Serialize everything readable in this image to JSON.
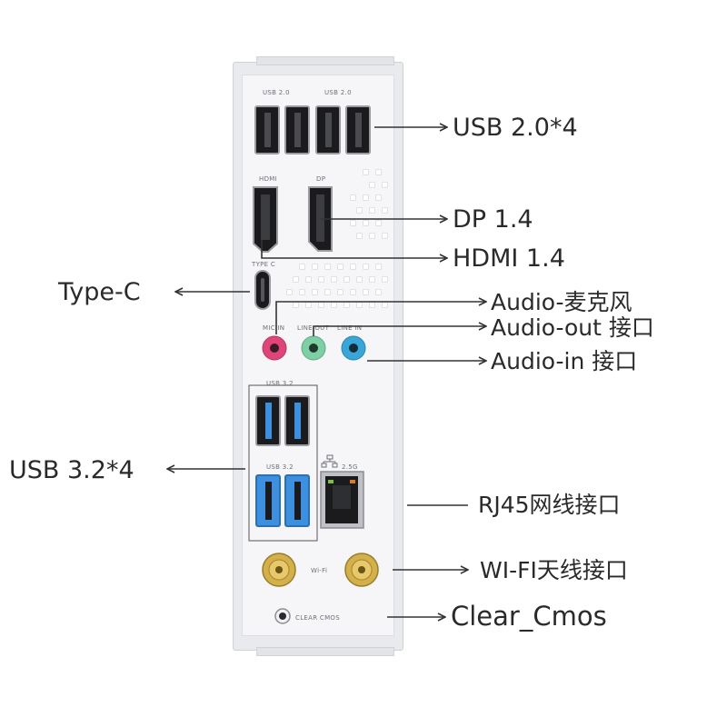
{
  "panel": {
    "usb20_left": "USB 2.0",
    "usb20_right": "USB 2.0",
    "hdmi": "HDMI",
    "dp": "DP",
    "typec": "TYPE C",
    "mic_in": "MIC IN",
    "line_out": "LINE OUT",
    "line_in": "LINE IN",
    "usb32_top": "USB 3.2",
    "usb32_bottom": "USB 3.2",
    "lan": "2.5G",
    "wifi": "Wi-Fi",
    "clear_cmos": "CLEAR CMOS"
  },
  "callouts": {
    "usb20": "USB 2.0*4",
    "dp": "DP 1.4",
    "hdmi": "HDMI 1.4",
    "typec": "Type-C",
    "audio_mic": "Audio-麦克风",
    "audio_out": "Audio-out 接口",
    "audio_in": "Audio-in 接口",
    "usb32": "USB 3.2*4",
    "rj45": "RJ45网线接口",
    "wifi": "WI-FI天线接口",
    "clear_cmos": "Clear_Cmos"
  },
  "colors": {
    "mic": "#e0457a",
    "line_out": "#7fcfa4",
    "line_in": "#3aa6d8",
    "usb3_blue": "#3d8fe0",
    "antenna_gold": "#d3b04a"
  }
}
